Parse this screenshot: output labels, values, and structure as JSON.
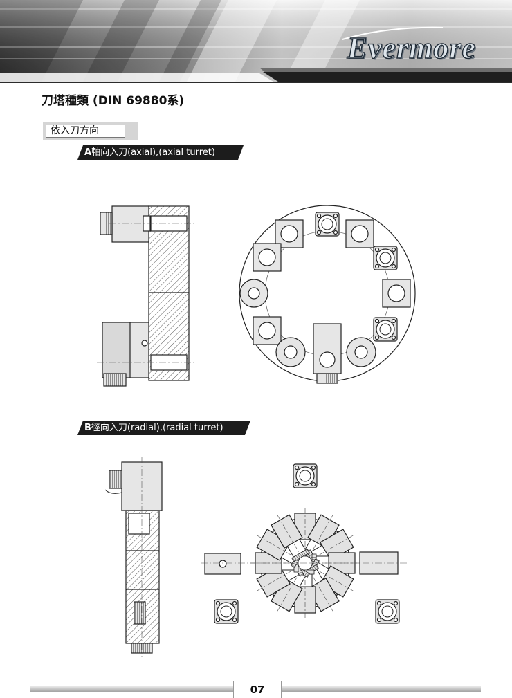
{
  "header": {
    "logo_text": "Evermore"
  },
  "page_title": "刀塔種類 (DIN 69880系)",
  "section_label": "依入刀方向",
  "section_a": {
    "prefix": "A",
    "text": "軸向入刀(axial),(axial turret)"
  },
  "section_b": {
    "prefix": "B",
    "text": "徑向入刀(radial),(radial turret)"
  },
  "footer": {
    "page_number": "07"
  }
}
